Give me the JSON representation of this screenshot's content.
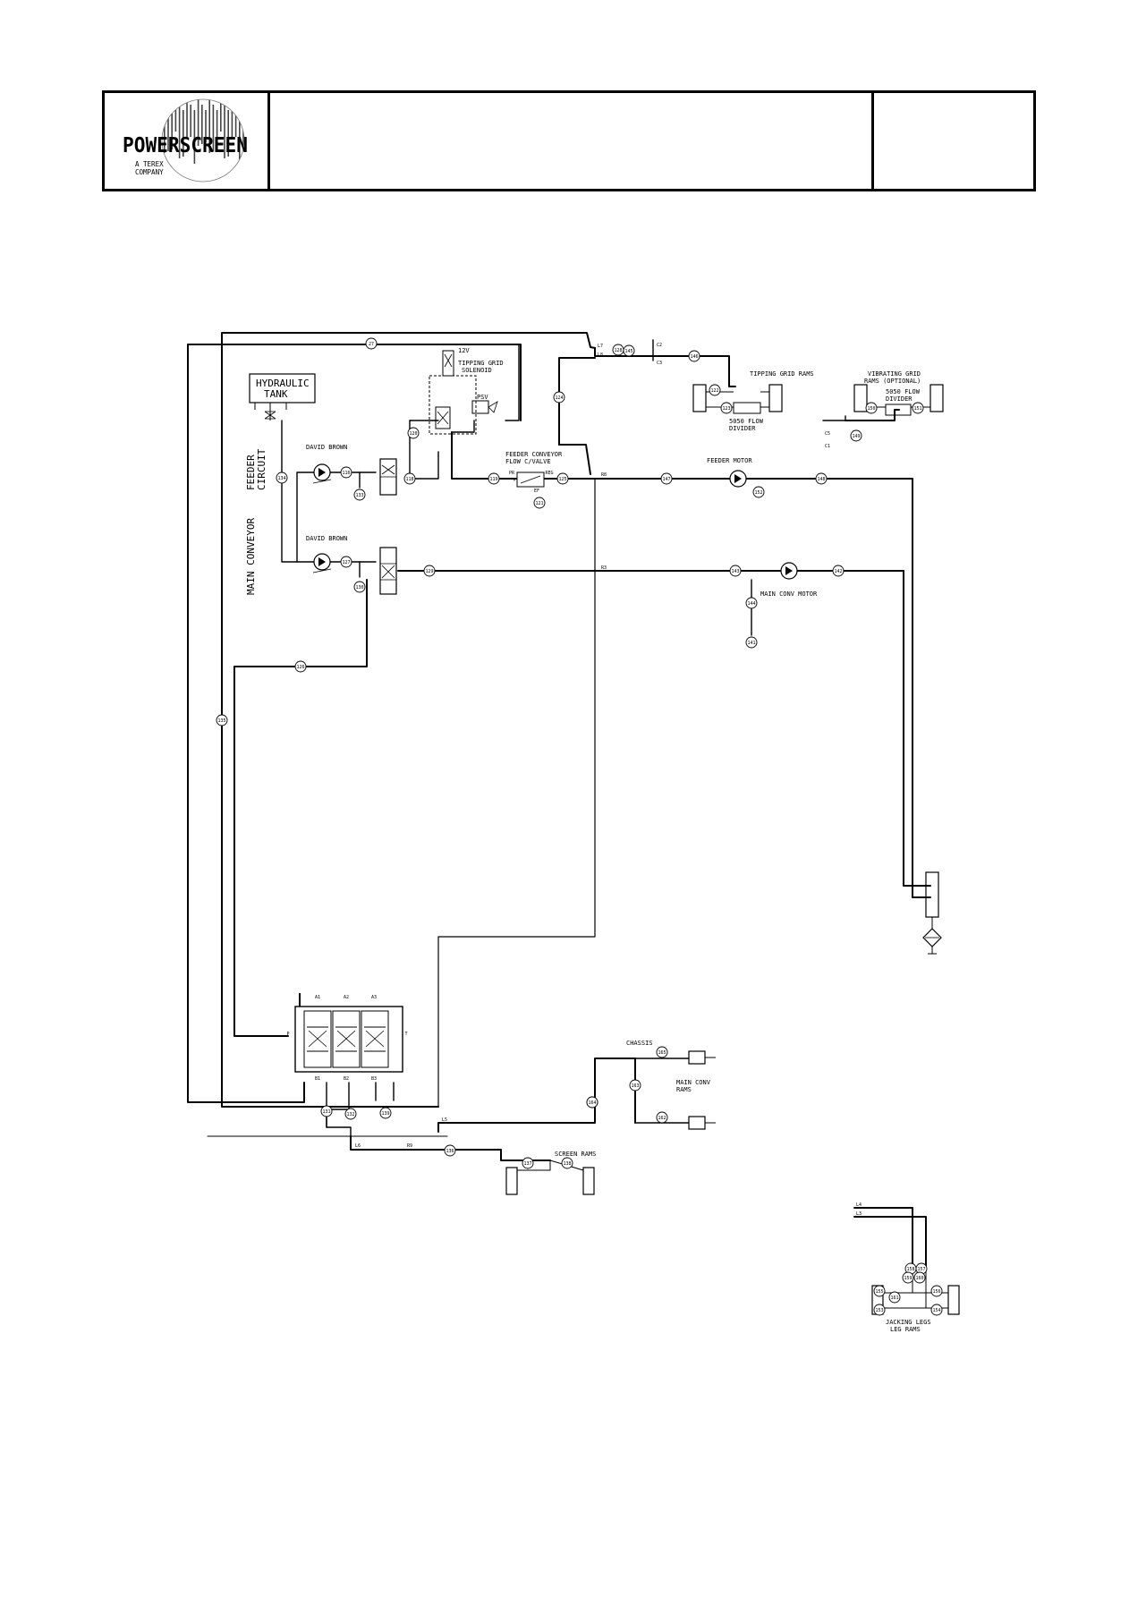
{
  "header": {
    "brand": "POWERSCREEN",
    "tagline_line1": "A TEREX",
    "tagline_line2": "COMPANY",
    "title": "",
    "ref": ""
  },
  "labels": {
    "hydraulic_tank_1": "HYDRAULIC",
    "hydraulic_tank_2": "TANK",
    "feeder_circuit_1": "FEEDER",
    "feeder_circuit_2": "CIRCUIT",
    "main_conveyor": "MAIN CONVEYOR",
    "david_brown_1": "DAVID BROWN",
    "david_brown_2": "DAVID BROWN",
    "tipping_solenoid_1": "TIPPING GRID",
    "tipping_solenoid_2": "SOLENOID",
    "voltage": "12V",
    "psv": "PSV",
    "tipping_rams": "TIPPING GRID RAMS",
    "divider_1": "5050 FLOW",
    "divider_2": "DIVIDER",
    "vibrating_1": "VIBRATING GRID",
    "vibrating_2": "RAMS (OPTIONAL)",
    "divider_b_1": "5050 FLOW",
    "divider_b_2": "DIVIDER",
    "feeder_valve_1": "FEEDER CONVEYOR",
    "feeder_valve_2": "FLOW C/VALVE",
    "feeder_motor": "FEEDER MOTOR",
    "main_motor": "MAIN CONV MOTOR",
    "chassis": "CHASSIS",
    "main_rams_1": "MAIN CONV",
    "main_rams_2": "RAMS",
    "screen_rams": "SCREEN RAMS",
    "jacking_1": "JACKING LEGS",
    "jacking_2": "LEG RAMS"
  },
  "ports": {
    "a1": "A1",
    "a2": "A2",
    "a3": "A3",
    "b1": "B1",
    "b2": "B2",
    "b3": "B3",
    "p": "P",
    "t": "T",
    "l7": "L7",
    "l8": "L8",
    "c2": "C2",
    "c3": "C3",
    "pr": "PR",
    "reg": "REG",
    "ef": "EF",
    "r8": "R8",
    "r3": "R3",
    "r9": "R9",
    "l5": "L5",
    "l6": "L6",
    "l3": "L3",
    "l4": "L4",
    "c5": "C5",
    "c1": "C1"
  },
  "nodes": {
    "n27": "27",
    "n134": "134",
    "n116": "116",
    "n118": "118",
    "n133": "133",
    "n127": "127",
    "n129": "129",
    "n130": "130",
    "n120": "120",
    "n124": "124",
    "n119": "119",
    "n125": "125",
    "n121": "121",
    "n147": "147",
    "n148": "148",
    "n152": "152",
    "n143": "143",
    "n142": "142",
    "n144": "144",
    "n141": "141",
    "n131": "131",
    "n132": "132",
    "n136": "136",
    "n126": "126",
    "n135": "135",
    "n139": "139",
    "n140": "140",
    "n137": "137",
    "n138": "138",
    "n164": "164",
    "n163": "163",
    "n165": "165",
    "n162": "162",
    "n158": "158",
    "n157": "157",
    "n155": "155",
    "n156": "156",
    "n153": "153",
    "n154": "154",
    "n150": "150",
    "n151": "151",
    "n159": "159",
    "n160": "160",
    "n161": "161",
    "n149": "149",
    "n145": "145",
    "n146": "146",
    "n128": "128",
    "n122": "122",
    "n123": "123"
  }
}
